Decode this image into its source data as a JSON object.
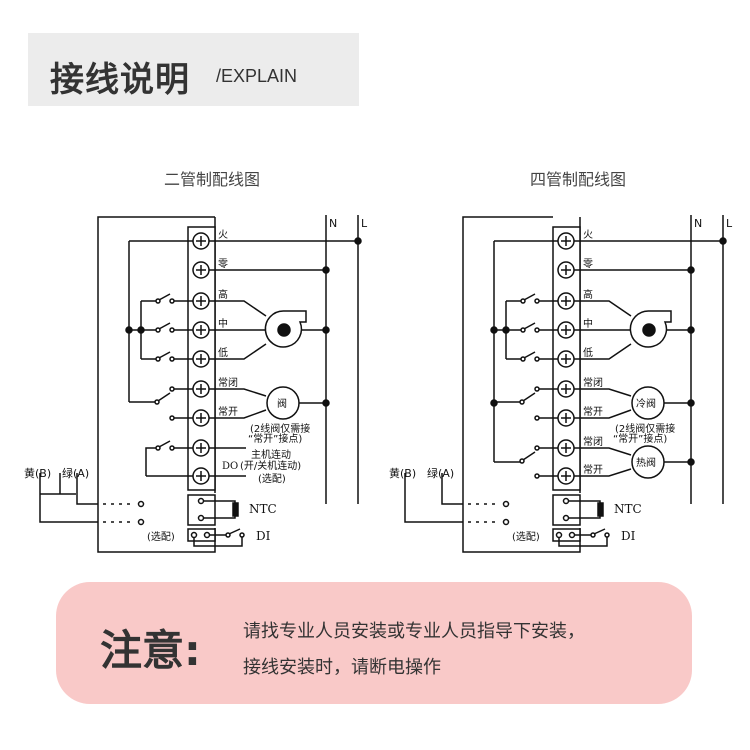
{
  "header": {
    "title": "接线说明",
    "subtitle": "/EXPLAIN"
  },
  "diagrams": [
    {
      "title": "二管制配线图",
      "power_labels": {
        "neutral": "N",
        "live": "L"
      },
      "terminals": [
        "火",
        "零",
        "高",
        "中",
        "低",
        "常闭",
        "常开"
      ],
      "valve_label": "阀",
      "valve_note": [
        "(2线阀仅需接",
        "“常开”接点)"
      ],
      "do_label": "DO",
      "do_note": [
        "主机连动",
        "(开/关机连动)",
        "(选配)"
      ],
      "comm_labels": {
        "b": "黄(B)",
        "a": "绿(A)"
      },
      "ntc_label": "NTC",
      "di_label": "DI",
      "optional_label": "(选配)"
    },
    {
      "title": "四管制配线图",
      "power_labels": {
        "neutral": "N",
        "live": "L"
      },
      "terminals": [
        "火",
        "零",
        "高",
        "中",
        "低",
        "常闭",
        "常开",
        "常闭",
        "常开"
      ],
      "cold_valve_label": "冷阀",
      "hot_valve_label": "热阀",
      "valve_note": [
        "(2线阀仅需接",
        "“常开”接点)"
      ],
      "comm_labels": {
        "b": "黄(B)",
        "a": "绿(A)"
      },
      "ntc_label": "NTC",
      "di_label": "DI",
      "optional_label": "(选配)"
    }
  ],
  "notice": {
    "label": "注意:",
    "lines": [
      "请找专业人员安装或专业人员指导下安装，",
      "接线安装时，请断电操作"
    ]
  },
  "colors": {
    "header_bg": "#ececec",
    "notice_bg": "#f9c9c8",
    "text": "#333333",
    "line": "#111111"
  }
}
